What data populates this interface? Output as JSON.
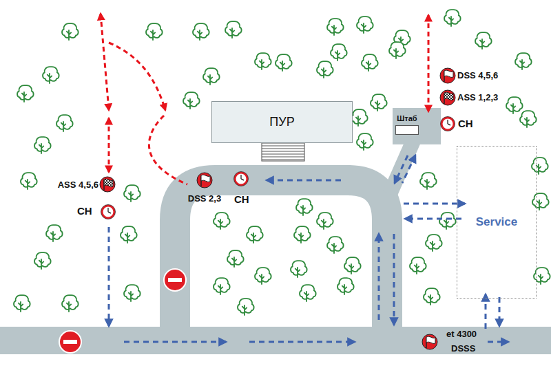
{
  "diagram": {
    "nodes": [
      {
        "text": [
          "ПУР"
        ]
      },
      {
        "text": [
          "Штаб"
        ]
      },
      {
        "text": [
          "Service"
        ]
      }
    ],
    "labels": [
      "DSS 4,5,6",
      "ASS 1,2,3",
      "CH",
      "ASS 4,5,6",
      "CH",
      "DSS 2,3",
      "CH",
      "et 4300",
      "DSSS"
    ]
  }
}
